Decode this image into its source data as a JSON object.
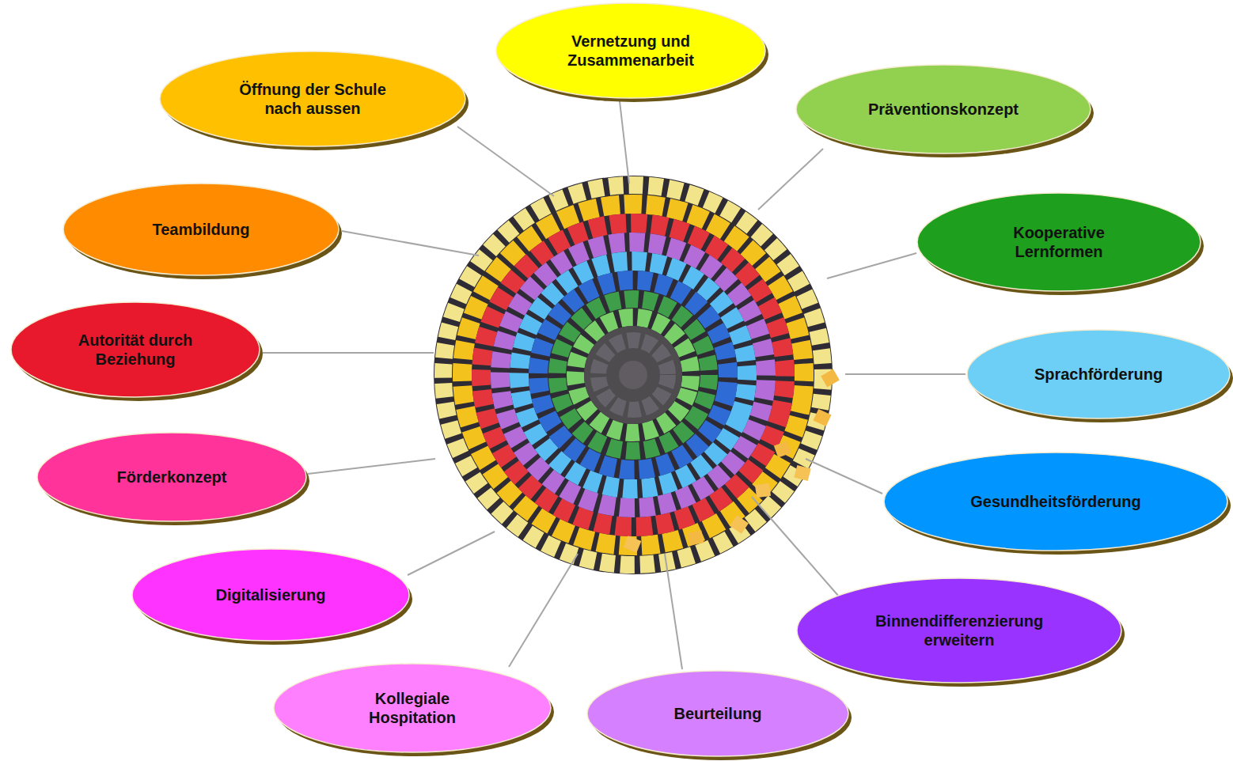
{
  "diagram": {
    "nodes": [
      {
        "text": [
          "Vernetzung und Zusammenarbeit"
        ]
      },
      {
        "text": [
          "Öffnung der Schule nach aussen"
        ]
      },
      {
        "text": [
          "Präventionskonzept"
        ]
      },
      {
        "text": [
          "Teambildung"
        ]
      },
      {
        "text": [
          "Kooperative Lernformen"
        ]
      },
      {
        "text": [
          "Autorität durch Beziehung"
        ]
      },
      {
        "text": [
          "Sprachförderung"
        ]
      },
      {
        "text": [
          "Förderkonzept"
        ]
      },
      {
        "text": [
          "Gesundheitsförderung"
        ]
      },
      {
        "text": [
          "Digitalisierung"
        ]
      },
      {
        "text": [
          "Binnendifferenzierung erweitern"
        ]
      },
      {
        "text": [
          "Kollegiale Hospitation"
        ]
      },
      {
        "text": [
          "Beurteilung"
        ]
      }
    ]
  }
}
